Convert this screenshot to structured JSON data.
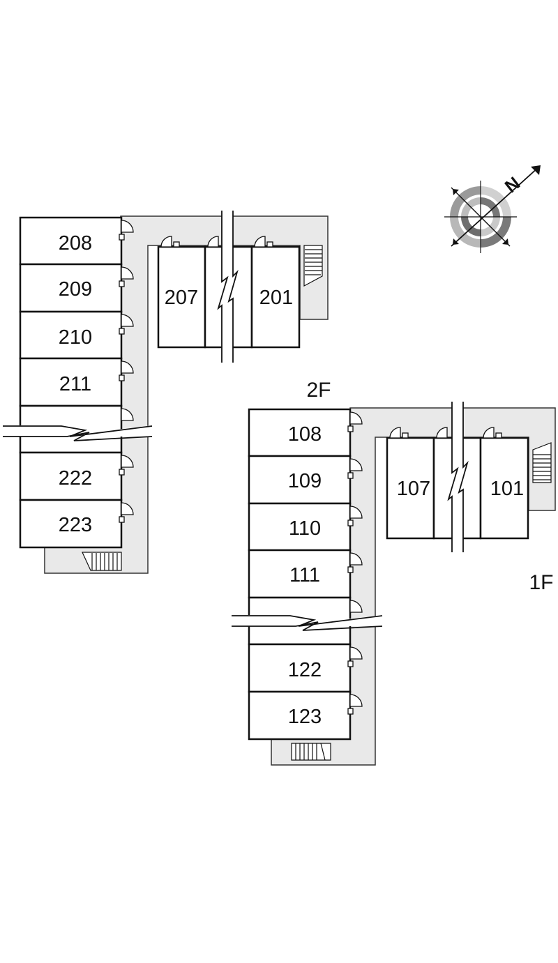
{
  "floors": {
    "second": {
      "label": "2F",
      "rooms_west": [
        "208",
        "209",
        "210",
        "211",
        "",
        "222",
        "223"
      ],
      "rooms_north": [
        "207",
        "",
        "201"
      ]
    },
    "first": {
      "label": "1F",
      "rooms_west": [
        "108",
        "109",
        "110",
        "111",
        "",
        "122",
        "123"
      ],
      "rooms_north": [
        "107",
        "",
        "101"
      ]
    }
  },
  "compass": {
    "letter": "N",
    "rotation_deg": -38,
    "icon": "compass-rose-icon"
  },
  "colors": {
    "corridor": "#e9e9e9",
    "outline": "#111111"
  }
}
